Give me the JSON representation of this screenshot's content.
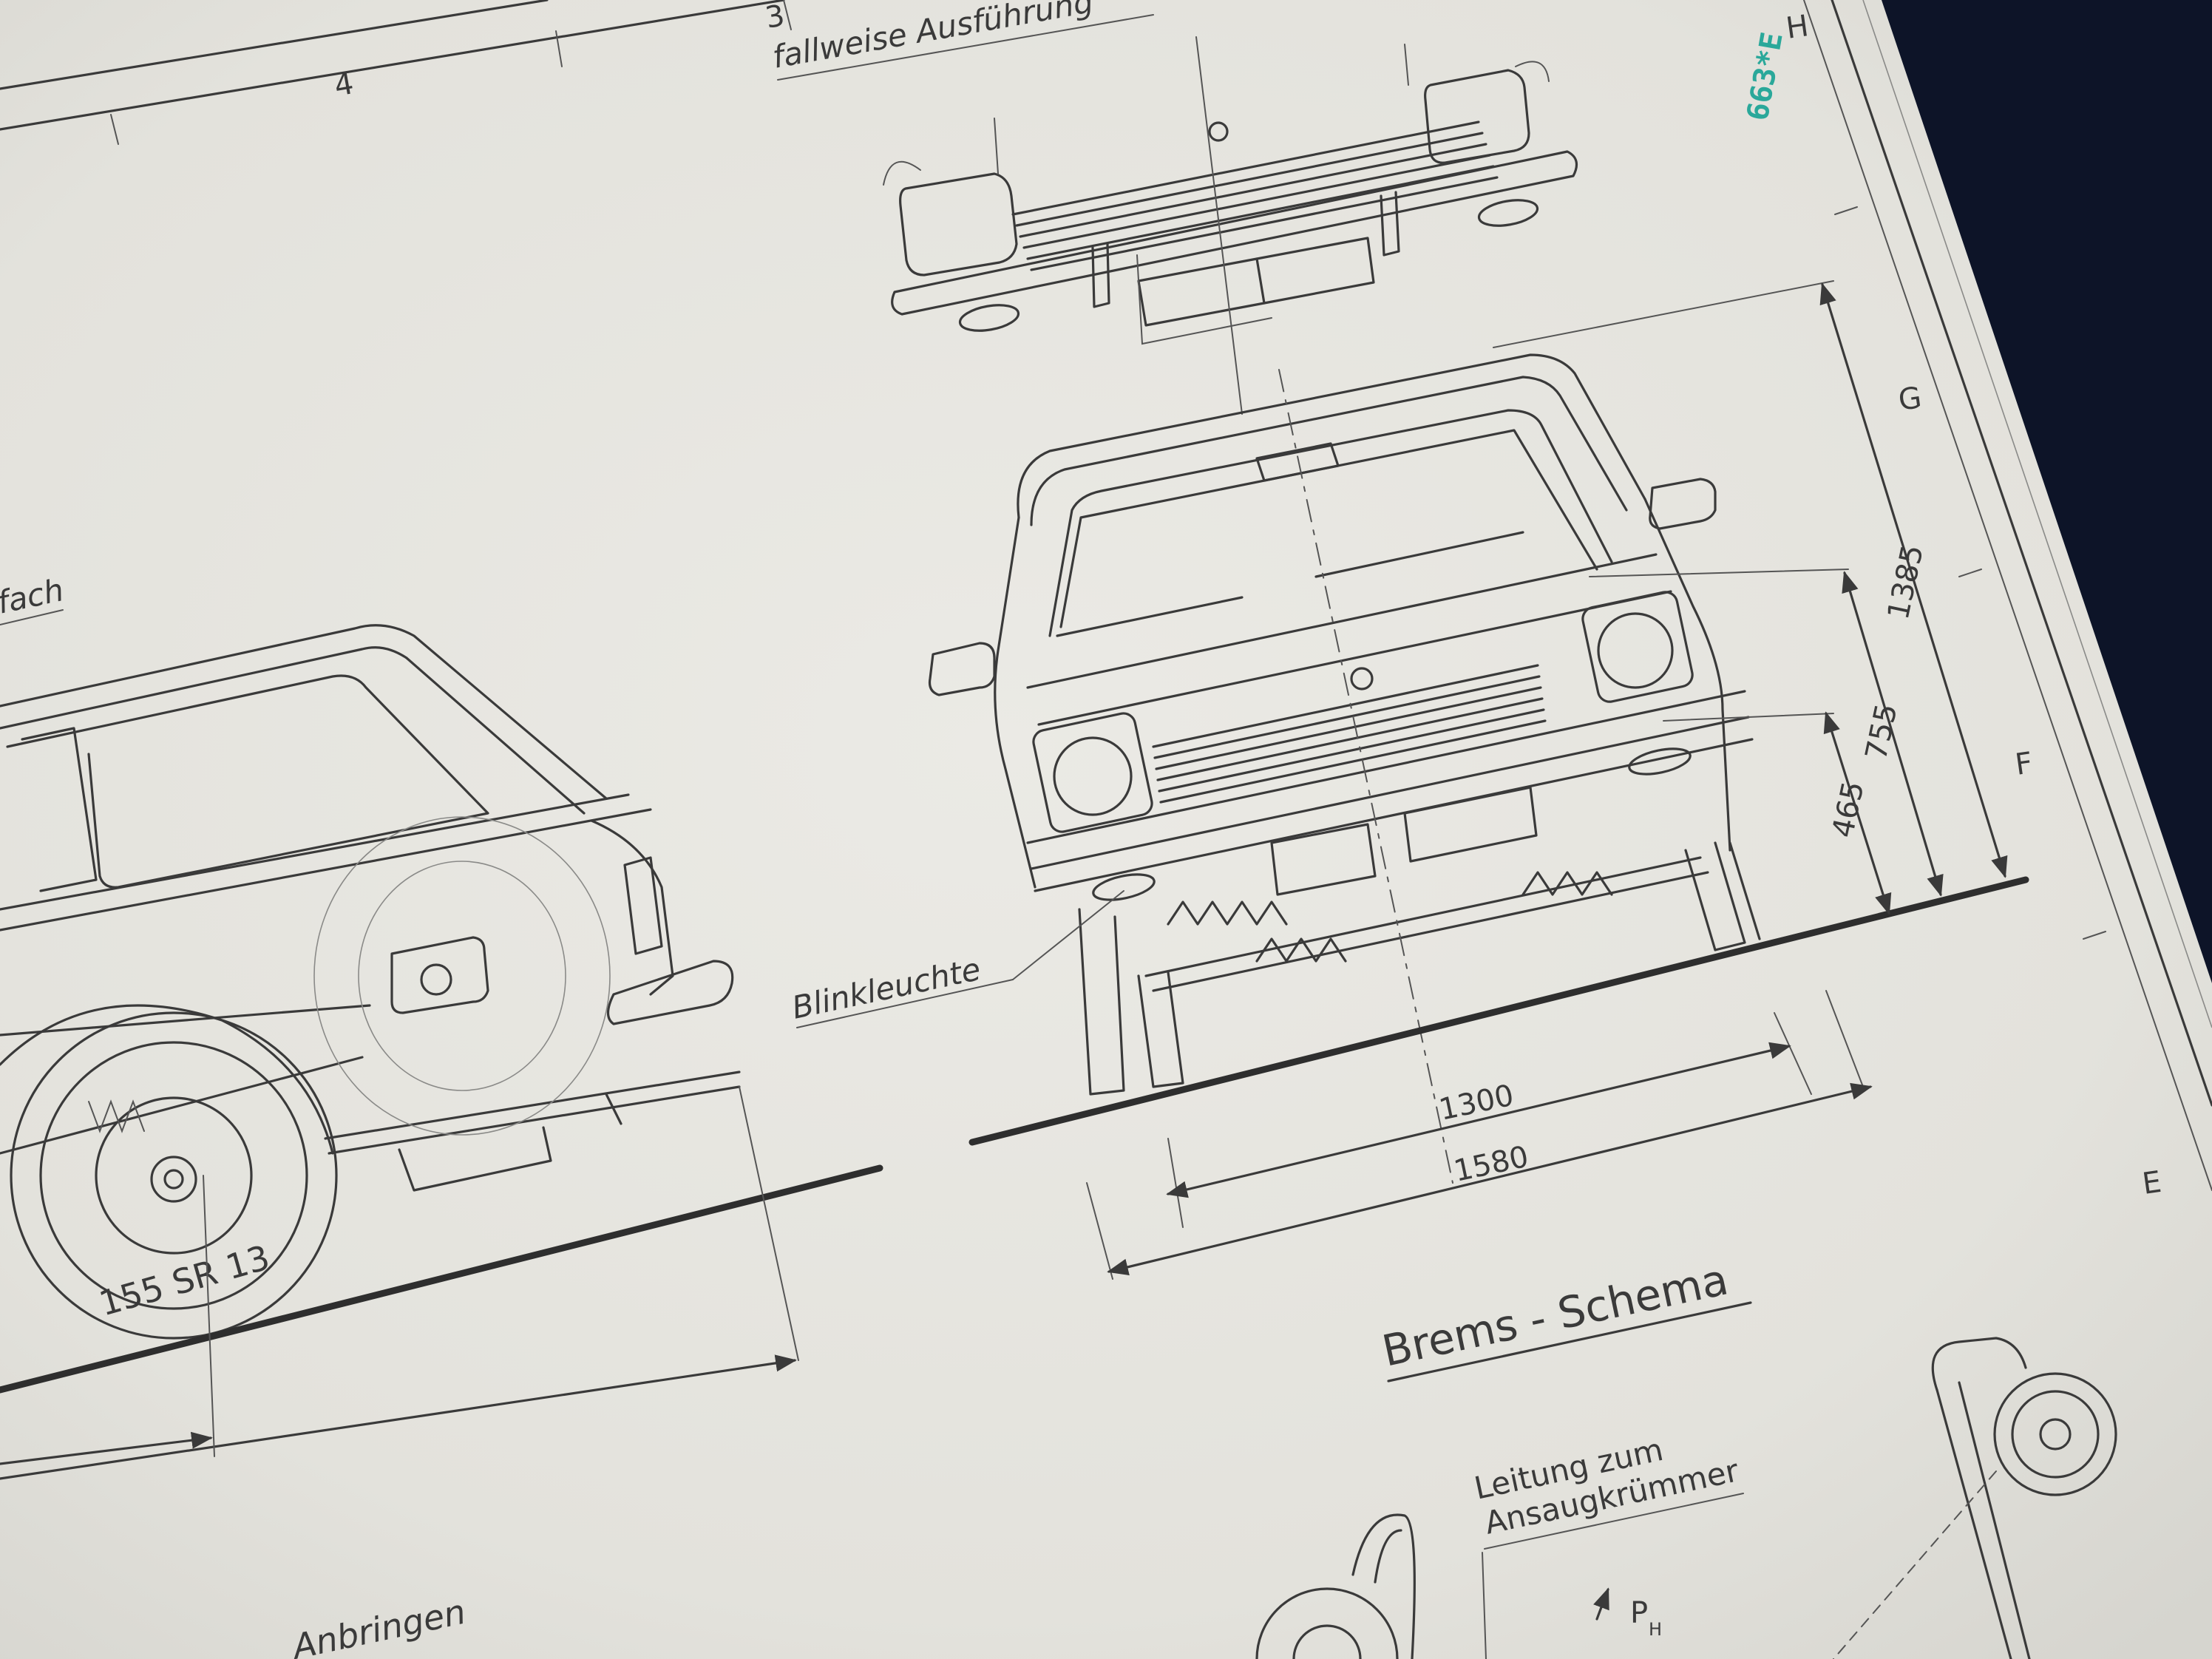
{
  "colors": {
    "background": "#0d1428",
    "paper": "#e7e6e0",
    "ink": "#3a3a3a",
    "stamp": "#2aa89a"
  },
  "labels": {
    "variant": "fallweise  Ausführung",
    "roof_fragment": "fach",
    "indicator_lamp": "Blinkleuchte",
    "tyre": "155 SR 13",
    "brake_schema": "Brems - Schema",
    "vacuum_line_1": "Leitung  zum",
    "vacuum_line_2": "Ansaugkrümmer",
    "install_fragment": "Anbringen",
    "pressure_symbol": "P",
    "pressure_sub": "H"
  },
  "grid_refs": {
    "col_3": "3",
    "col_4": "4",
    "row_h": "H",
    "row_g": "G",
    "row_f": "F",
    "row_e": "E"
  },
  "dimensions": {
    "overall_height": "1385",
    "bumper_height": "755",
    "lower_height": "465",
    "track": "1300",
    "overall_width": "1580"
  },
  "stamp": "663*E"
}
